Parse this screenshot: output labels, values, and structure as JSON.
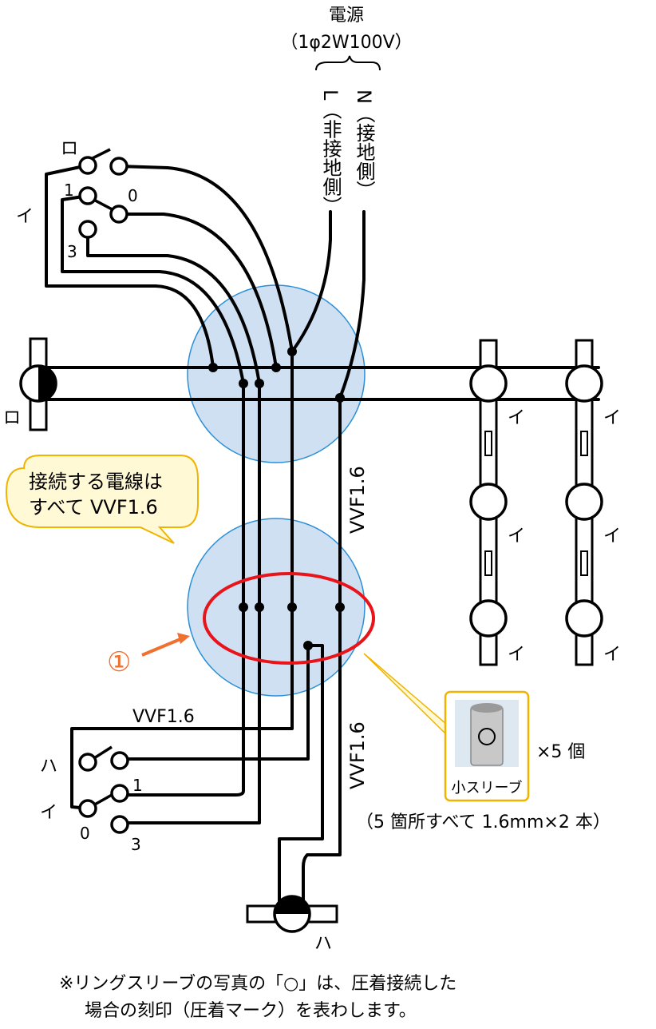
{
  "power_source": {
    "title": "電源",
    "spec": "（1φ2W100V）",
    "line_label": "L（非接地側）",
    "neutral_label": "N（接地側）"
  },
  "switch_top": {
    "label_ro": "ロ",
    "label_i": "イ",
    "term_1": "1",
    "term_0": "0",
    "term_3": "3"
  },
  "lamp_left_label": "ロ",
  "lamp_right_labels": [
    "イ",
    "イ",
    "イ",
    "イ",
    "イ",
    "イ"
  ],
  "cable_labels": {
    "upper": "VVF1.6",
    "lower_vertical": "VVF1.6",
    "lower_horizontal": "VVF1.6"
  },
  "callout_note": {
    "line1": "接続する電線は",
    "line2": "すべて VVF1.6"
  },
  "marker": "①",
  "sleeve": {
    "label": "小スリーブ",
    "stamp": "○",
    "count": "×5 個",
    "note": "（5 箇所すべて 1.6mm×2 本）"
  },
  "switch_bottom": {
    "label_ha": "ハ",
    "label_i": "イ",
    "term_1": "1",
    "term_0": "0",
    "term_3": "3"
  },
  "lamp_bottom_label": "ハ",
  "footnote": {
    "line1": "※リングスリーブの写真の「○」は、圧着接続した",
    "line2": "場合の刻印（圧着マーク）を表わします。"
  },
  "colors": {
    "box_fill": "#cfe0f3",
    "box_stroke": "#2b8fd6",
    "highlight": "#e8141a",
    "marker": "#f07030",
    "callout_fill": "#fff9d6",
    "callout_stroke": "#f0b400"
  }
}
